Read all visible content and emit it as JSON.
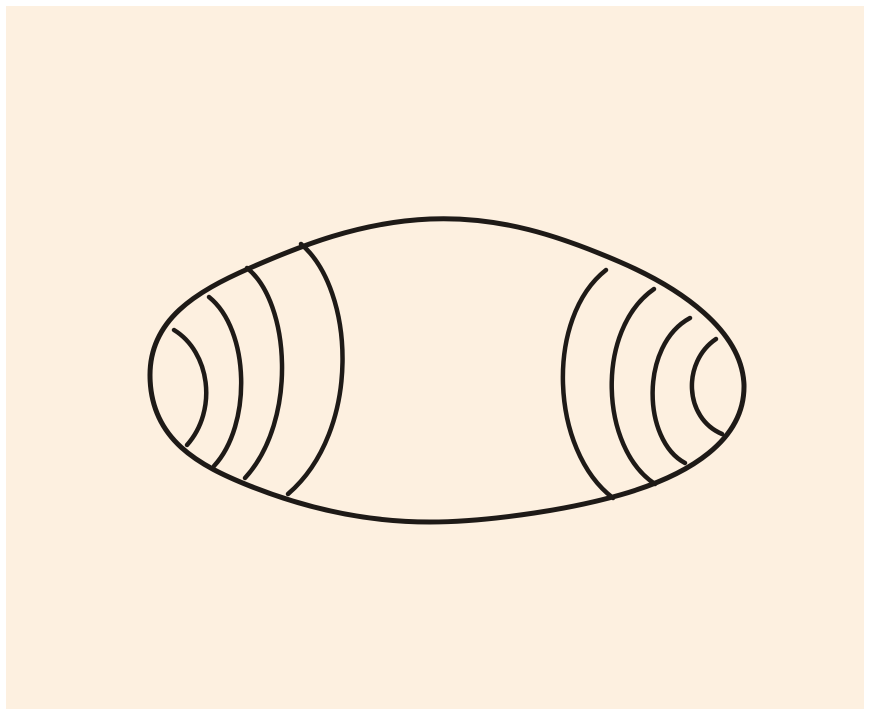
{
  "figure": {
    "background_color": "#fdf0e0",
    "ink_color": "#1e1a17",
    "shape": "ellipse-outline",
    "left_arcs": 4,
    "right_arcs": 4
  }
}
